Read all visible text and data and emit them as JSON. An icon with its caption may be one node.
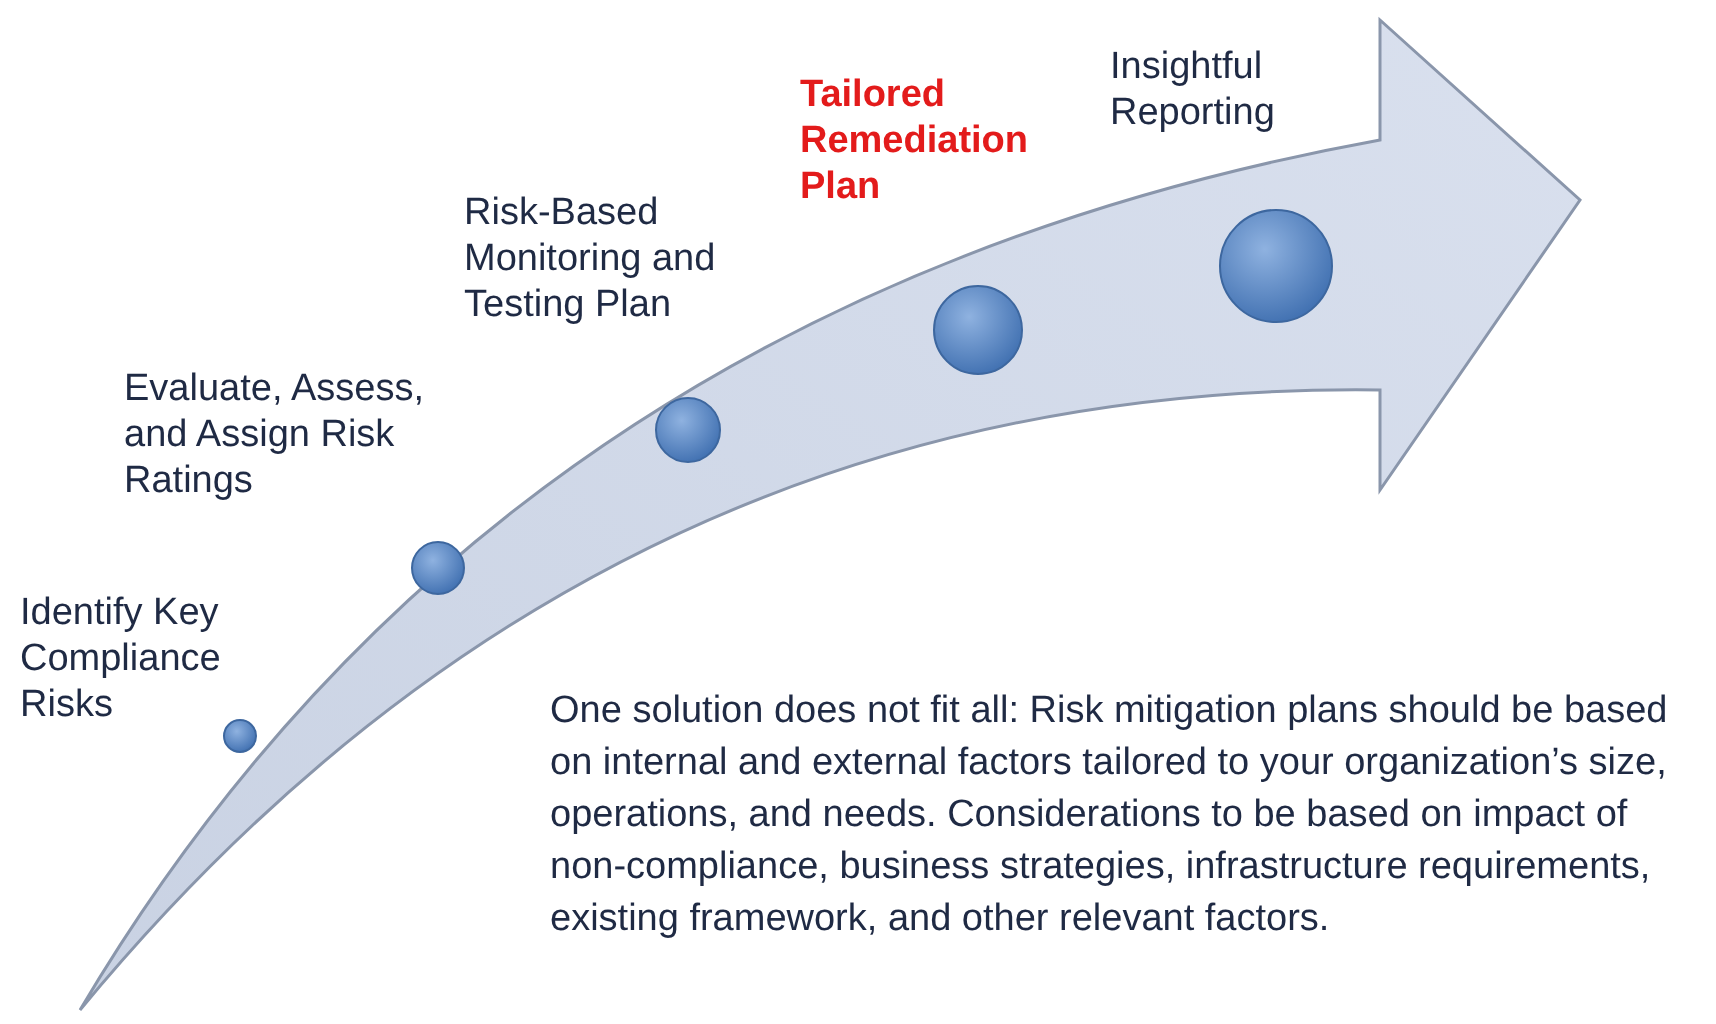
{
  "diagram": {
    "nodes": [
      {
        "text": [],
        "shape": "arrow"
      },
      {
        "text": [],
        "shape": "circle",
        "in": 0,
        "beside": [
          "Identify Key Compliance Risks"
        ]
      },
      {
        "text": [],
        "shape": "circle",
        "in": 0,
        "beside": [
          "Evaluate, Assess, and Assign Risk Ratings"
        ]
      },
      {
        "text": [],
        "shape": "circle",
        "in": 0,
        "beside": [
          "Risk-Based Monitoring and Testing Plan"
        ]
      },
      {
        "text": [],
        "shape": "circle",
        "in": 0,
        "beside": [
          "Tailored Remediation Plan"
        ]
      },
      {
        "text": [],
        "shape": "circle",
        "in": 0,
        "beside": [
          "Insightful Reporting"
        ]
      }
    ],
    "edges": [],
    "labels": [
      "One solution does not fit all: Risk mitigation plans should be based on internal and external factors tailored to your organization’s size, operations, and needs. Considerations to be based on impact of non-compliance, business strategies, infrastructure requirements, existing framework, and other relevant factors."
    ]
  }
}
